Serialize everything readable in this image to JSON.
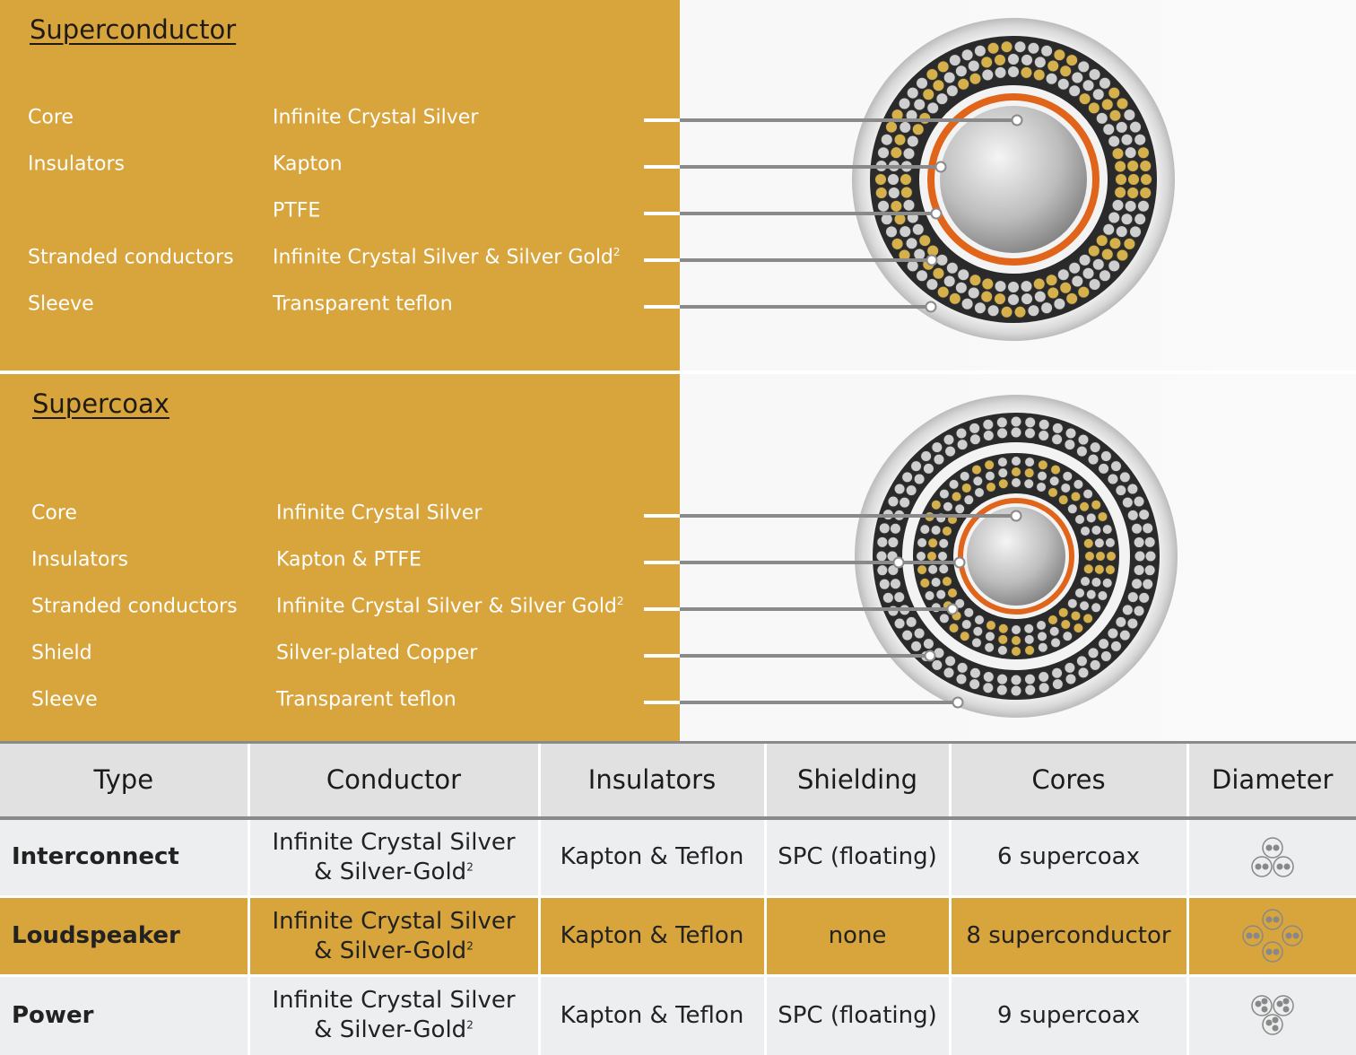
{
  "accent_color": "#d8a43c",
  "sections": [
    {
      "title": "Superconductor",
      "rows": [
        {
          "label": "Core",
          "value": "Infinite Crystal Silver",
          "sup": ""
        },
        {
          "label": "Insulators",
          "value": "Kapton",
          "sup": ""
        },
        {
          "label": "",
          "value": "PTFE",
          "sup": ""
        },
        {
          "label": "Stranded conductors",
          "value": "Infinite Crystal Silver & Silver Gold",
          "sup": "2"
        },
        {
          "label": "Sleeve",
          "value": "Transparent teflon",
          "sup": ""
        }
      ]
    },
    {
      "title": "Supercoax",
      "rows": [
        {
          "label": "Core",
          "value": "Infinite Crystal Silver",
          "sup": ""
        },
        {
          "label": "Insulators",
          "value": "Kapton & PTFE",
          "sup": ""
        },
        {
          "label": "Stranded conductors",
          "value": "Infinite Crystal Silver & Silver Gold",
          "sup": "2"
        },
        {
          "label": "Shield",
          "value": "Silver-plated Copper",
          "sup": ""
        },
        {
          "label": "Sleeve",
          "value": "Transparent teflon",
          "sup": ""
        }
      ]
    }
  ],
  "table": {
    "headers": [
      "Type",
      "Conductor",
      "Insulators",
      "Shielding",
      "Cores",
      "Diameter"
    ],
    "rows": [
      {
        "type": "Interconnect",
        "conductor_1": "Infinite Crystal Silver",
        "conductor_2": "& Silver-Gold",
        "sup": "2",
        "insulators": "Kapton & Teflon",
        "shielding": "SPC (floating)",
        "cores": "6 supercoax",
        "diameter_icon": "three-cores-two-wires-icon"
      },
      {
        "type": "Loudspeaker",
        "conductor_1": "Infinite Crystal Silver",
        "conductor_2": "& Silver-Gold",
        "sup": "2",
        "insulators": "Kapton & Teflon",
        "shielding": "none",
        "cores": "8 superconductor",
        "diameter_icon": "four-cores-two-wires-icon"
      },
      {
        "type": "Power",
        "conductor_1": "Infinite Crystal Silver",
        "conductor_2": "& Silver-Gold",
        "sup": "2",
        "insulators": "Kapton & Teflon",
        "shielding": "SPC (floating)",
        "cores": "9 supercoax",
        "diameter_icon": "three-cores-three-wires-icon"
      }
    ]
  }
}
